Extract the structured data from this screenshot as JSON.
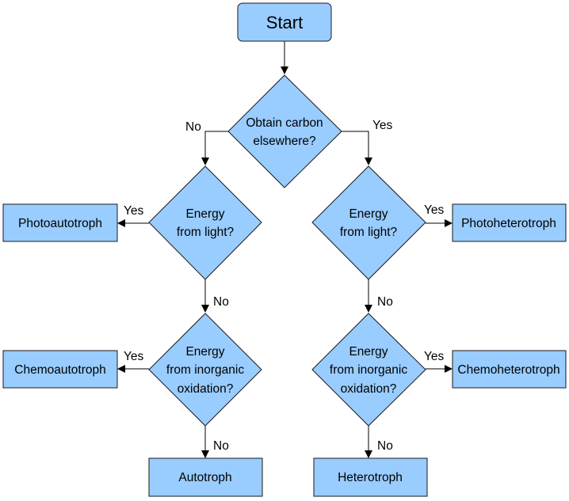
{
  "colors": {
    "fill": "#99ccff",
    "stroke": "#1a1a1a",
    "text": "#000000",
    "background": "#ffffff"
  },
  "nodes": {
    "start": {
      "text": "Start"
    },
    "carbon": {
      "line1": "Obtain carbon",
      "line2": "elsewhere?"
    },
    "light_left": {
      "line1": "Energy",
      "line2": "from light?"
    },
    "light_right": {
      "line1": "Energy",
      "line2": "from light?"
    },
    "inorganic_left": {
      "line1": "Energy",
      "line2": "from inorganic",
      "line3": "oxidation?"
    },
    "inorganic_right": {
      "line1": "Energy",
      "line2": "from inorganic",
      "line3": "oxidation?"
    },
    "photoautotroph": {
      "text": "Photoautotroph"
    },
    "photoheterotroph": {
      "text": "Photoheterotroph"
    },
    "chemoautotroph": {
      "text": "Chemoautotroph"
    },
    "chemoheterotroph": {
      "text": "Chemoheterotroph"
    },
    "autotroph": {
      "text": "Autotroph"
    },
    "heterotroph": {
      "text": "Heterotroph"
    }
  },
  "edge_labels": {
    "carbon_no": "No",
    "carbon_yes": "Yes",
    "light_left_yes": "Yes",
    "light_left_no": "No",
    "light_right_yes": "Yes",
    "light_right_no": "No",
    "inorganic_left_yes": "Yes",
    "inorganic_left_no": "No",
    "inorganic_right_yes": "Yes",
    "inorganic_right_no": "No"
  }
}
